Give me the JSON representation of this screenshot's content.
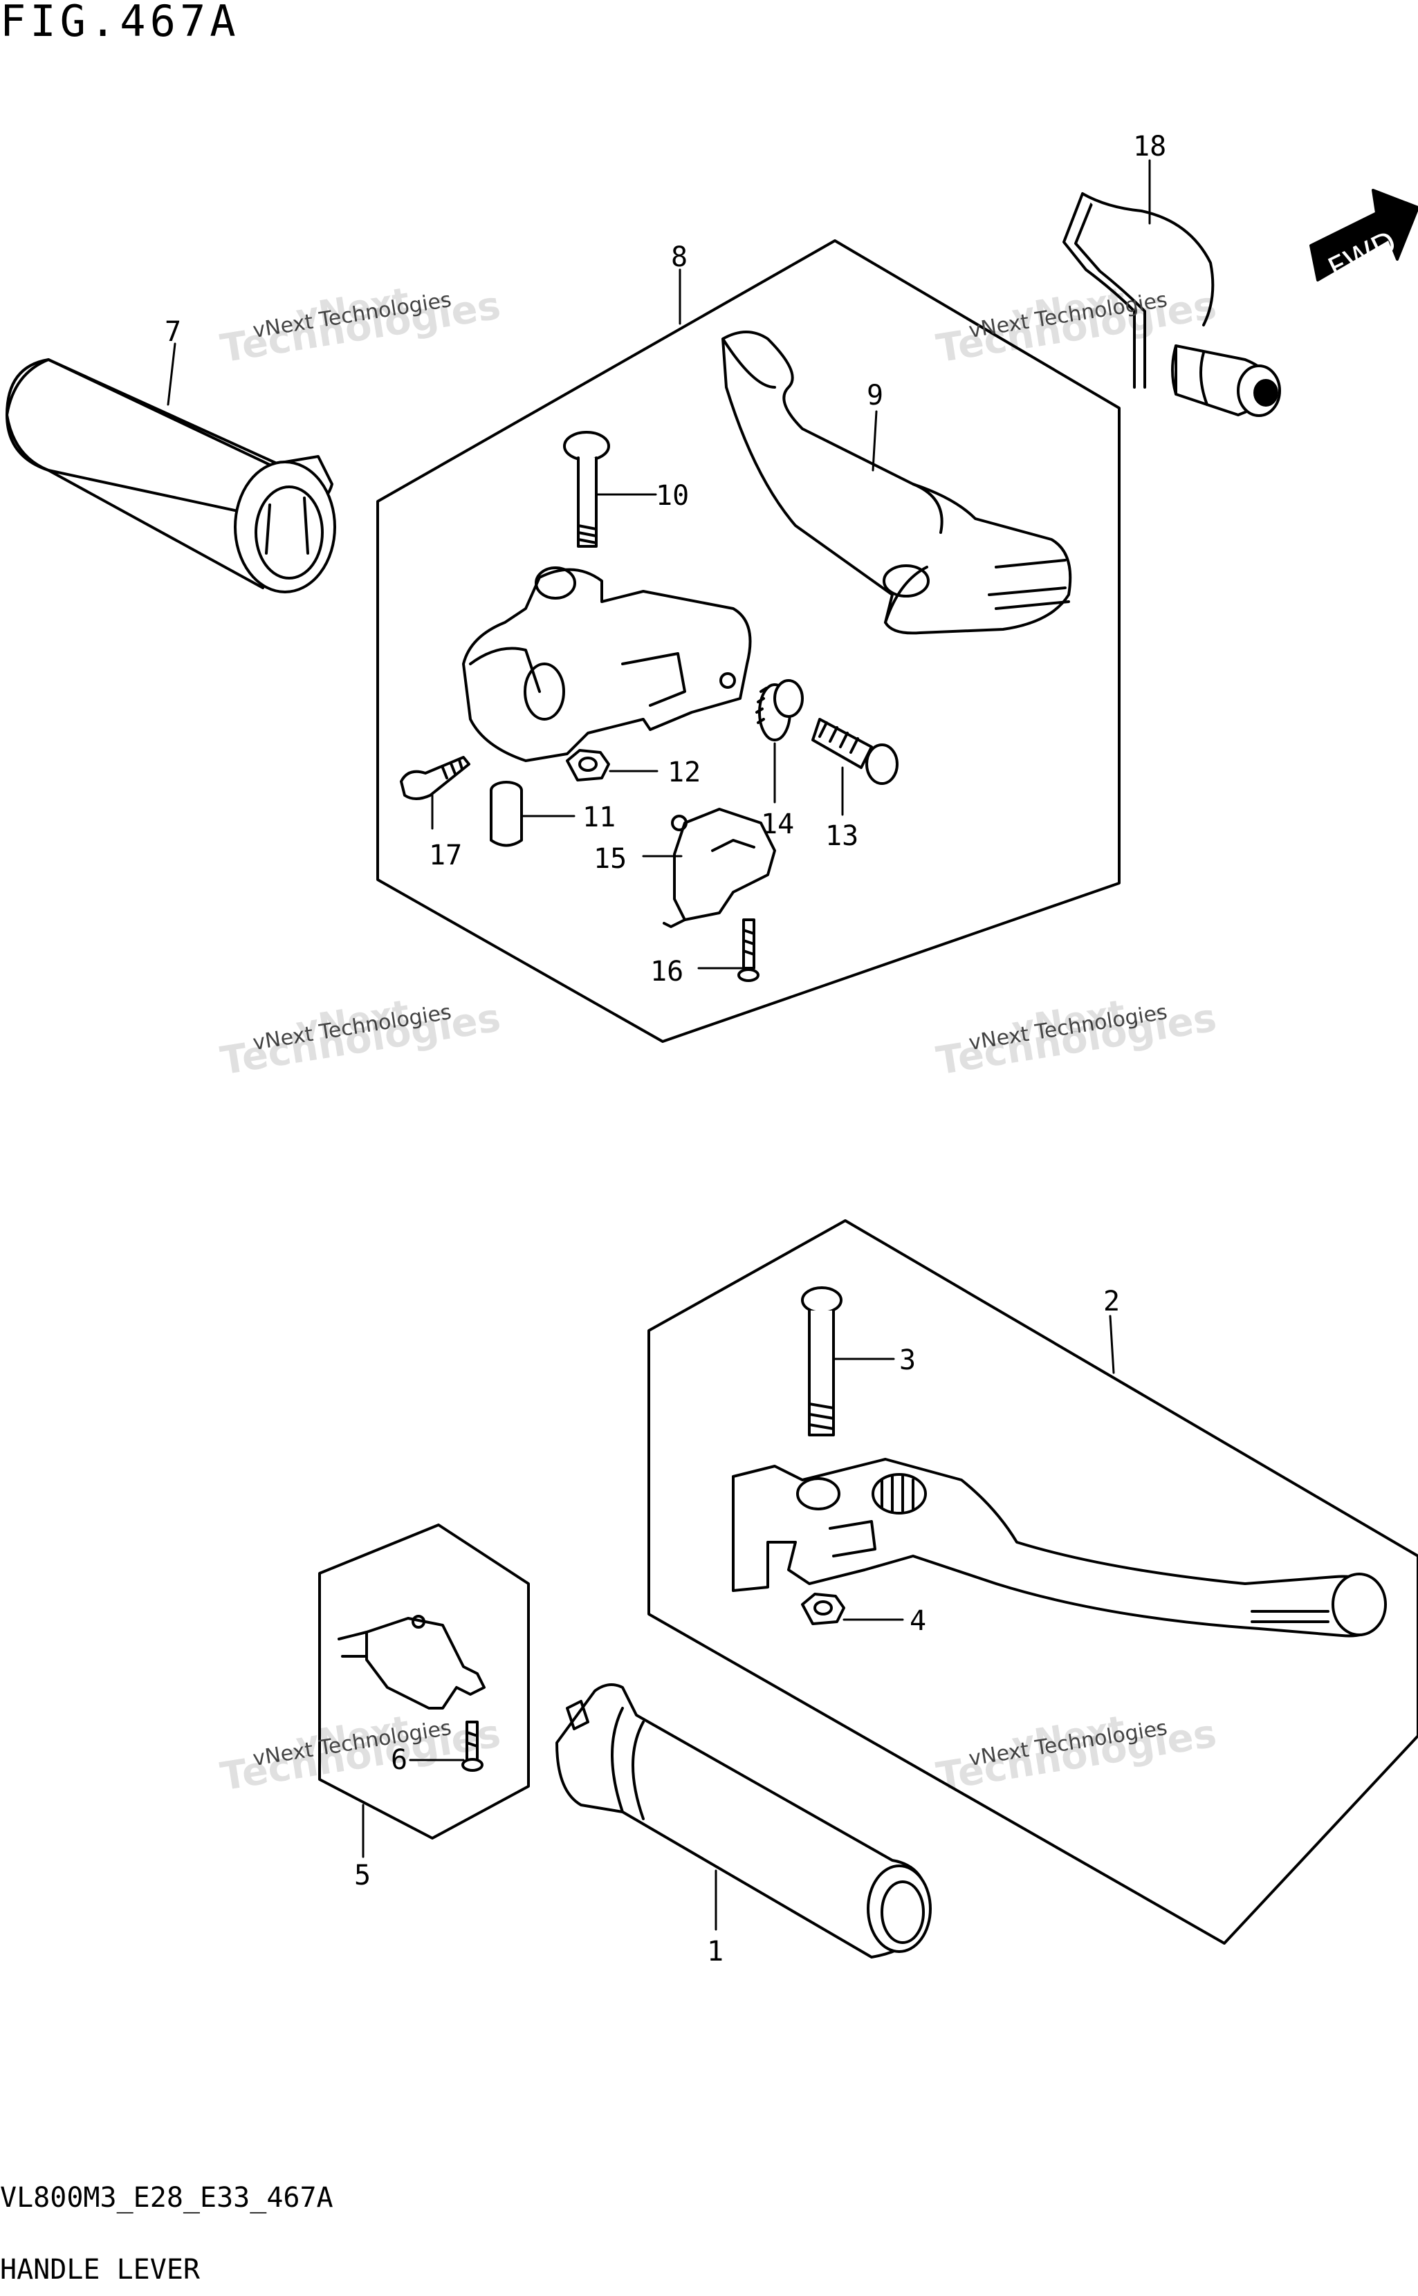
{
  "figure_title": "FIG.467A",
  "footer": {
    "code": "VL800M3_E28_E33_467A",
    "name": "HANDLE LEVER"
  },
  "direction_tag": "FWD",
  "watermark": {
    "line1": "vNext",
    "line2": "vNext Technologies",
    "line3": "Technologies"
  },
  "callouts": [
    "1",
    "2",
    "3",
    "4",
    "5",
    "6",
    "7",
    "8",
    "9",
    "10",
    "11",
    "12",
    "13",
    "14",
    "15",
    "16",
    "17",
    "18"
  ]
}
